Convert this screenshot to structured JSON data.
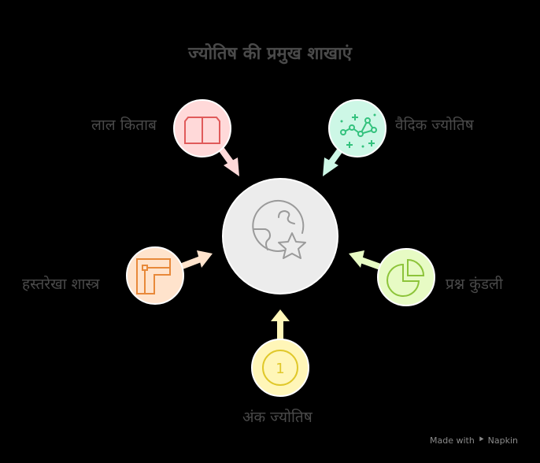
{
  "title": "ज्योतिष की प्रमुख शाखाएं",
  "center": {
    "icon": "globe-star-icon",
    "fill": "#ececec",
    "stroke": "#9a9a9a"
  },
  "branches": [
    {
      "id": "lal-kitab",
      "label": "लाल किताब",
      "icon": "book-icon",
      "fill": "#ffd9d9",
      "stroke": "#e05a5a"
    },
    {
      "id": "vedic",
      "label": "वैदिक ज्योतिष",
      "icon": "constellation-icon",
      "fill": "#cdf7e6",
      "stroke": "#34c27e"
    },
    {
      "id": "hastrekha",
      "label": "हस्तरेखा शास्त्र",
      "icon": "palm-layout-icon",
      "fill": "#ffe3cc",
      "stroke": "#e8893a"
    },
    {
      "id": "prashna",
      "label": "प्रश्न कुंडली",
      "icon": "pie-chart-icon",
      "fill": "#e7fbc4",
      "stroke": "#8dc43a"
    },
    {
      "id": "ank",
      "label": "अंक ज्योतिष",
      "icon": "number-one-icon",
      "icon_text": "1",
      "fill": "#fff6b8",
      "stroke": "#e0c82a"
    }
  ],
  "footer": {
    "made_with": "Made with",
    "brand": "Napkin"
  }
}
